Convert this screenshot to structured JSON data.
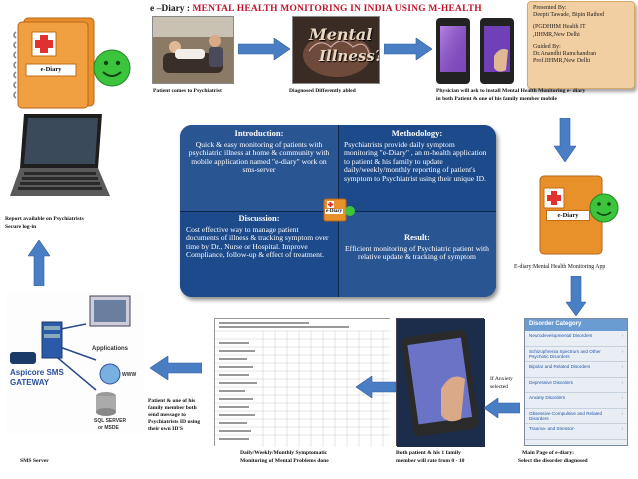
{
  "title": {
    "prefix": "e –Diary : ",
    "main": "MENTAL HEALTH MONITORING IN INDIA USING M-HEALTH"
  },
  "presenter": {
    "line1": "Presented By:",
    "line2": "Deepti Tawade, Bipin Rathod",
    "line3": "(PGDHHM Health IT",
    "line4": ",IIHMR,New Delhi",
    "line5": "Guided By:",
    "line6": "Dr.Anandhi Ramchandran",
    "line7": "Prof.IIHMR,New Delhi"
  },
  "logo": {
    "label": "e-Diary"
  },
  "photo2": {
    "line1": "Mental",
    "line2": "Illness?"
  },
  "captions": {
    "patient_psychiatrist": "Patient comes to Psychiatrist",
    "diagnosed": "Diagnosed Differently abled",
    "physician_line1": "Physician will ask to install Mental Health Monitoring e- diary",
    "physician_line2": "in both Patient & one of his family member mobile",
    "report_line1": "Report available on Psychiatrists",
    "report_line2": "Secure log-in",
    "app_name": "E-diary:Mental Health Monitoring App",
    "sms_server": "SMS Server",
    "patient_sms_1": "Patient & one of his",
    "patient_sms_2": "family member both",
    "patient_sms_3": "send message to",
    "patient_sms_4": "Psychiatrists ID using",
    "patient_sms_5": "their own ID'S",
    "daily_1": "Daily/Weekly/Monthly Symptomatic",
    "daily_2": "Monitoring of  Mental Problems done",
    "rate_1": "Both patient & his 1 family",
    "rate_2": "member will rate from 0 - 10",
    "anxiety_1": "If Anxiety",
    "anxiety_2": "selected",
    "mainpage_1": "Main Page of e-diary:",
    "mainpage_2": " Select the disorder diagnosed"
  },
  "panel": {
    "intro_title": "Introduction:",
    "intro_text": "Quick & easy monitoring of patients with psychiatric illness at home & community with mobile application named \"e-diary\" work on sms-server",
    "meth_title": "Methodology:",
    "meth_text": "Psychiatrists provide daily symptom monitoring \"e-Diary\" , an m-health application to patient & his family to update daily/weekly/monthly reporting of patient's symptom to Psychiatrist using their unique ID.",
    "disc_title": "Discussion:",
    "disc_text": "Cost effective way to manage patient documents of illness & tracking symptom over time by Dr., Nurse or Hospital. Improve Compliance,     follow-up & effect of treatment.",
    "res_title": "Result:",
    "res_text": "Efficient monitoring of Psychiatric patient with relative update & tracking of symptom"
  },
  "sms_diagram": {
    "gateway_1": "Aspicore SMS",
    "gateway_2": "GATEWAY",
    "applications": "Applications",
    "www": "WWW",
    "sql_1": "SQL SERVER",
    "sql_2": "or MSDE"
  },
  "app_screen": {
    "header": "Disorder Category",
    "items": [
      "Neurodevelopmental Disorders",
      "Schizophrenia Spectrum and Other Psychotic Disorders",
      "Bipolar and Related Disorders",
      "Depressive Disorders",
      "Anxiety Disorders",
      "Obsessive-Compulsive and Related Disorders",
      "Trauma- and Stressor-"
    ]
  },
  "colors": {
    "accent_red": "#c0142c",
    "panel_blue": "#1c3f6e",
    "arrow_blue": "#4a7ec4",
    "presenter_bg": "#f2cfa2",
    "logo_orange": "#e8902a"
  }
}
